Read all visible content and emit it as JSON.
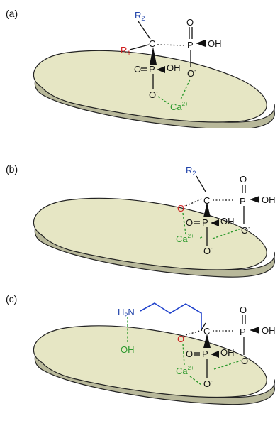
{
  "panels": [
    {
      "label": "(a)",
      "atoms": {
        "r2": "R",
        "r2_sub": "2",
        "r1": "R",
        "r1_sub": "1",
        "c": "C",
        "p_right": "P",
        "p_right_o_top": "O",
        "p_right_oh": "OH",
        "p_right_o_minus": "O",
        "p_right_o_charge": "-",
        "p_left": "P",
        "p_left_o": "O",
        "p_left_oh": "OH",
        "p_left_o_minus": "O",
        "p_left_o_charge": "-",
        "ca": "Ca",
        "ca_charge": "2+"
      }
    },
    {
      "label": "(b)",
      "atoms": {
        "r2": "R",
        "r2_sub": "2",
        "o_red": "O",
        "o_red_charge": "-",
        "c": "C",
        "p_right": "P",
        "p_right_o_top": "O",
        "p_right_oh": "OH",
        "p_right_o_minus": "O",
        "p_right_o_charge": "-",
        "p_left": "P",
        "p_left_o": "O",
        "p_left_oh": "OH",
        "p_left_o_minus": "O",
        "p_left_o_charge": "-",
        "ca": "Ca",
        "ca_charge": "2+"
      }
    },
    {
      "label": "(c)",
      "atoms": {
        "h2n": "H",
        "h2n_sub": "2",
        "h2n_n": "N",
        "surface_oh": "OH",
        "o_red": "O",
        "o_red_charge": "-",
        "c": "C",
        "p_right": "P",
        "p_right_o_top": "O",
        "p_right_oh": "OH",
        "p_right_o_minus": "O",
        "p_right_o_charge": "-",
        "p_left": "P",
        "p_left_o": "O",
        "p_left_oh": "OH",
        "p_left_o_minus": "O",
        "p_left_o_charge": "-",
        "ca": "Ca",
        "ca_charge": "2+"
      }
    }
  ]
}
